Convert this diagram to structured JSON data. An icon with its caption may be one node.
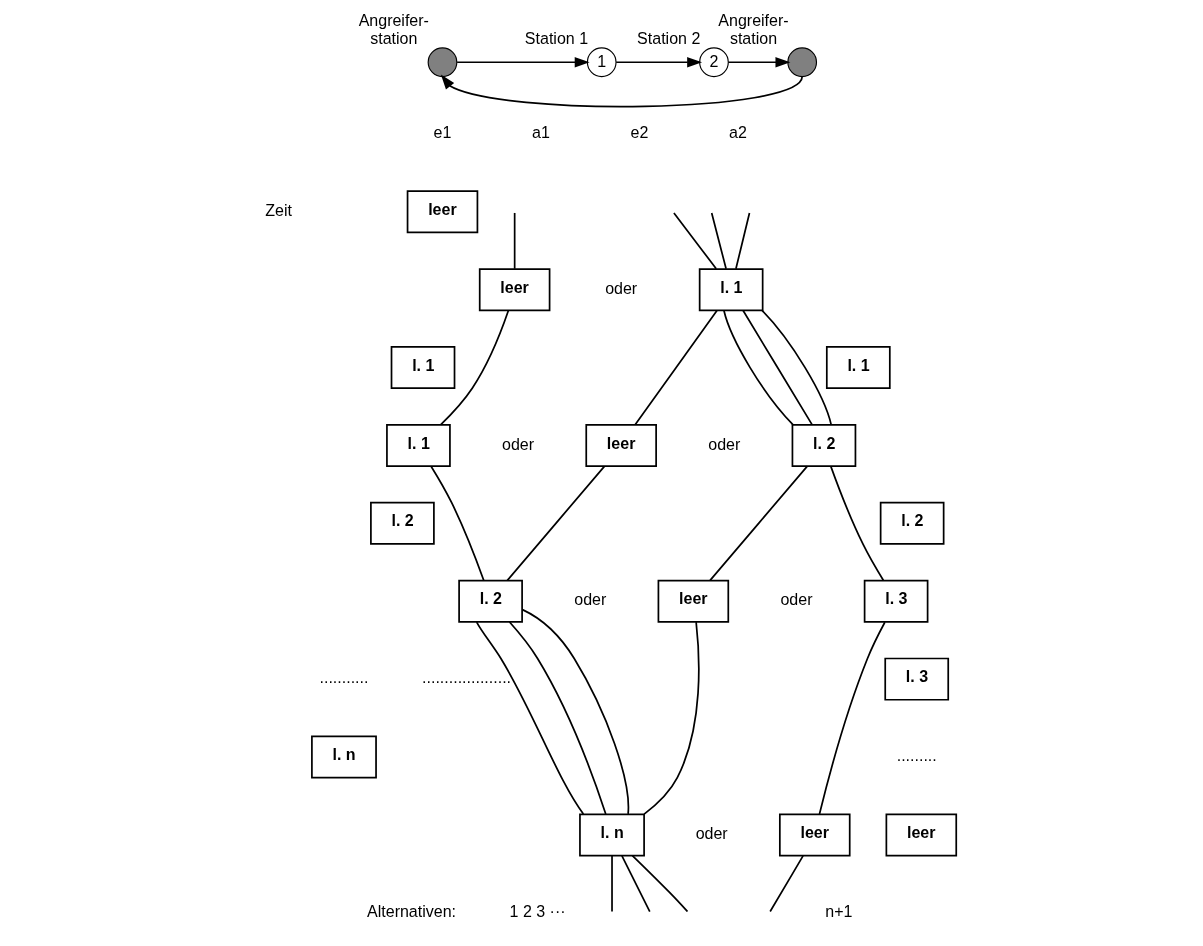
{
  "diagram": {
    "nodes": [
      {
        "text": [],
        "shape": "circle",
        "beside": [
          "Angreifer- station"
        ]
      },
      {
        "text": [
          "1"
        ],
        "beside": [
          "Station 1"
        ]
      },
      {
        "text": [
          "2"
        ],
        "beside": [
          "Station 2"
        ]
      },
      {
        "text": [],
        "shape": "circle",
        "beside": [
          "Angreifer- station"
        ]
      },
      {
        "text": [
          "leer"
        ]
      },
      {
        "text": [
          "leer"
        ]
      },
      {
        "text": [
          "l. 1"
        ]
      },
      {
        "text": [
          "l. 1"
        ]
      },
      {
        "text": [
          "l. 1"
        ]
      },
      {
        "text": [
          "l. 1"
        ]
      },
      {
        "text": [
          "leer"
        ]
      },
      {
        "text": [
          "l. 2"
        ]
      },
      {
        "text": [
          "l. 2"
        ]
      },
      {
        "text": [
          "l. 2"
        ]
      },
      {
        "text": [
          "l. 2"
        ]
      },
      {
        "text": [
          "leer"
        ]
      },
      {
        "text": [
          "l. 3"
        ]
      },
      {
        "text": [
          "l. 3"
        ]
      },
      {
        "text": [
          "l. n"
        ]
      },
      {
        "text": [
          "l. n"
        ]
      },
      {
        "text": [
          "leer"
        ]
      },
      {
        "text": [
          "leer"
        ]
      }
    ],
    "edges": [
      {
        "from": 0,
        "to": 1,
        "arrow": "to"
      },
      {
        "from": 1,
        "to": 2,
        "arrow": "to"
      },
      {
        "from": 2,
        "to": 3,
        "arrow": "to"
      },
      {
        "from": 3,
        "to": 0,
        "arrow": "to"
      },
      {
        "from": null,
        "to": 5,
        "arrow": "none"
      },
      {
        "from": null,
        "to": 6,
        "arrow": "none"
      },
      {
        "from": null,
        "to": 6,
        "arrow": "none"
      },
      {
        "from": null,
        "to": 6,
        "arrow": "none"
      },
      {
        "from": 5,
        "to": 9,
        "arrow": "none"
      },
      {
        "from": 6,
        "to": 10,
        "arrow": "none"
      },
      {
        "from": 6,
        "to": 11,
        "arrow": "none"
      },
      {
        "from": 6,
        "to": 11,
        "arrow": "none"
      },
      {
        "from": 6,
        "to": 11,
        "arrow": "none"
      },
      {
        "from": 9,
        "to": 14,
        "arrow": "none"
      },
      {
        "from": 10,
        "to": 14,
        "arrow": "none"
      },
      {
        "from": 11,
        "to": 15,
        "arrow": "none"
      },
      {
        "from": 11,
        "to": 16,
        "arrow": "none"
      },
      {
        "from": 14,
        "to": 19,
        "arrow": "none"
      },
      {
        "from": 14,
        "to": 19,
        "arrow": "none"
      },
      {
        "from": 14,
        "to": 19,
        "arrow": "none"
      },
      {
        "from": 15,
        "to": 19,
        "arrow": "none"
      },
      {
        "from": 16,
        "to": 20,
        "arrow": "none"
      },
      {
        "from": 19,
        "to": null,
        "arrow": "none"
      },
      {
        "from": 19,
        "to": null,
        "arrow": "none"
      },
      {
        "from": 19,
        "to": null,
        "arrow": "none"
      },
      {
        "from": 20,
        "to": null,
        "arrow": "none"
      }
    ],
    "labels": [
      "e1",
      "a1",
      "e2",
      "a2",
      "oder",
      "oder",
      "oder",
      "Zeit",
      "oder",
      "oder",
      "...........",
      "....................",
      ".........",
      "oder",
      "Alternativen:",
      "1 2 3 ···",
      "n+1"
    ]
  }
}
